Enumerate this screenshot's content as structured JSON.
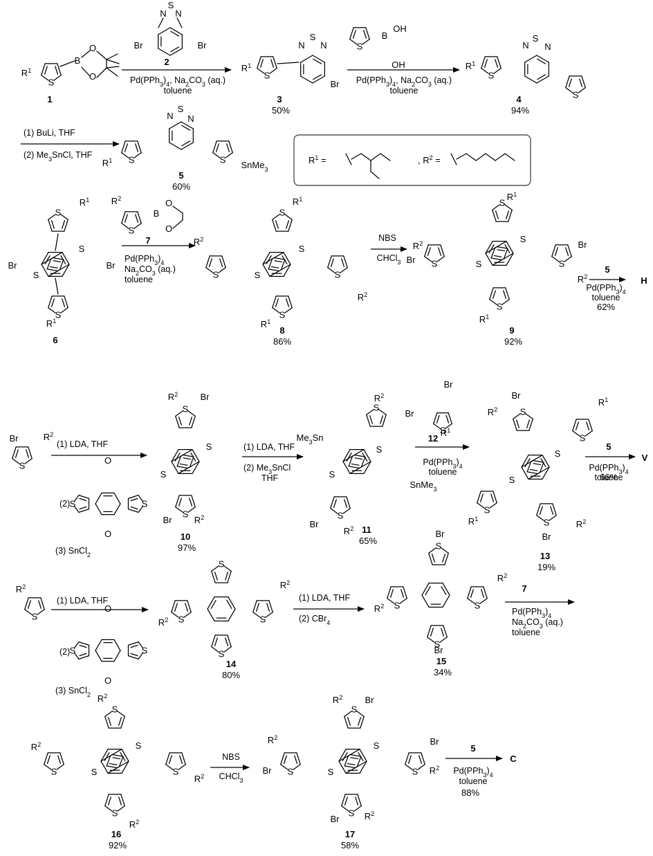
{
  "atoms": {
    "S": "S",
    "Br": "Br",
    "B": "B",
    "O": "O",
    "N": "N",
    "OH": "OH",
    "R1": "R1",
    "R2": "R2",
    "SnMe3": "SnMe3",
    "Me3Sn": "Me3Sn"
  },
  "compounds": {
    "c1": "1",
    "c2": "2",
    "c3": "3",
    "c4": "4",
    "c5": "5",
    "c6": "6",
    "c7": "7",
    "c8": "8",
    "c9": "9",
    "c10": "10",
    "c11": "11",
    "c12": "12",
    "c13": "13",
    "c14": "14",
    "c15": "15",
    "c16": "16",
    "c17": "17"
  },
  "yields": {
    "y3": "50%",
    "y4": "94%",
    "y5": "60%",
    "y8": "86%",
    "y9": "92%",
    "y10": "97%",
    "y11": "65%",
    "y13": "19%",
    "y14": "80%",
    "y15": "34%",
    "y16": "92%",
    "y17": "58%"
  },
  "products": {
    "H": "H",
    "V": "V",
    "C": "C"
  },
  "product_yields": {
    "H": "62%",
    "V": "66%",
    "C": "88%"
  },
  "conditions": {
    "r1_a": "Pd(PPh3)4, Na2CO3 (aq.)",
    "r1_b": "toluene",
    "r2_a": "Pd(PPh3)4, Na2CO3 (aq.)",
    "r2_b": "toluene",
    "r3_a": "(1) BuLi, THF",
    "r3_b": "(2) Me3SnCl, THF",
    "r4_a": "Pd(PPh3)4",
    "r4_b": "Na2CO3 (aq.)",
    "r4_c": "toluene",
    "r5_a": "NBS",
    "r5_b": "CHCl3",
    "r6_a": "Pd(PPh3)4",
    "r6_b": "toluene",
    "r7_a": "(1) LDA, THF",
    "r7_b": "(2)",
    "r7_c": "(3) SnCl2",
    "r8_a": "(1) LDA, THF",
    "r8_b": "(2) Me3SnCl",
    "r8_c": "THF",
    "r9_a": "Pd(PPh3)4",
    "r9_b": "toluene",
    "r10_a": "Pd(PPh3)4",
    "r10_b": "toluene",
    "r11_a": "(1) LDA, THF",
    "r11_b": "(2)",
    "r11_c": "(3) SnCl2",
    "r12_a": "(1) LDA, THF",
    "r12_b": "(2) CBr4",
    "r13_a": "Pd(PPh3)4",
    "r13_b": "Na2CO3 (aq.)",
    "r13_c": "toluene",
    "r14_a": "NBS",
    "r14_b": "CHCl3",
    "r15_a": "Pd(PPh3)4",
    "r15_b": "toluene"
  },
  "legend": {
    "r1_eq": "R1 =",
    "r2_eq": ", R2 ="
  }
}
